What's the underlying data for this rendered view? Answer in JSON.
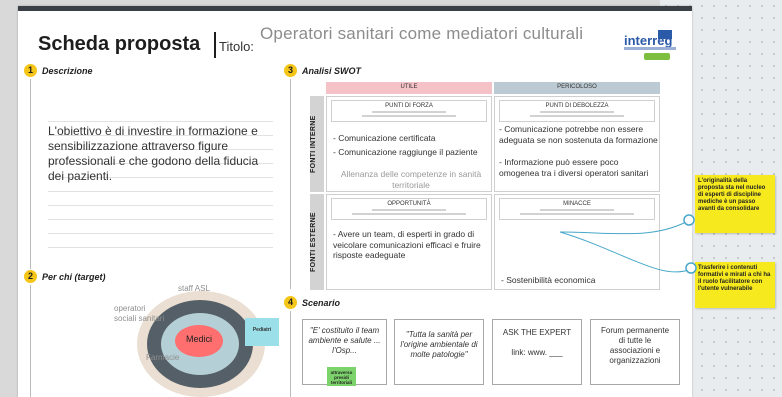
{
  "header": {
    "title": "Scheda proposta",
    "field_label": "Titolo:",
    "field_value": "Operatori sanitari come mediatori culturali",
    "logo_text": "interreg"
  },
  "sections": {
    "descrizione": {
      "number": "1",
      "title": "Descrizione",
      "text": "L'obiettivo è di investire in formazione e sensibilizzazione attraverso figure professionali e che godono della fiducia dei pazienti."
    },
    "target": {
      "number": "2",
      "title": "Per chi (target)",
      "labels": {
        "outer": "staff ASL",
        "mid": "operatori sociali sanitari",
        "inner": "Farmacie",
        "core": "Medici",
        "note": "Pediatri"
      }
    },
    "swot": {
      "number": "3",
      "title": "Analisi SWOT",
      "col_utile": "UTILE",
      "col_pericoloso": "PERICOLOSO",
      "row_interne": "FONTI INTERNE",
      "row_esterne": "FONTI ESTERNE",
      "forza_title": "PUNTI DI FORZA",
      "debolezza_title": "PUNTI DI DEBOLEZZA",
      "opportunita_title": "OPPORTUNITÀ",
      "minacce_title": "MINACCE",
      "forza": [
        "- Comunicazione certificata",
        "- Comunicazione raggiunge il paziente"
      ],
      "forza_extra": "Allenanza delle competenze in sanità territoriale",
      "debolezza": [
        "- Comunicazione potrebbe non essere  adeguata se non sostenuta da formazione",
        "- Informazione può essere poco omogenea tra i diversi operatori sanitari"
      ],
      "opportunita": "- Avere un team, di esperti in grado di veicolare comunicazioni efficaci e fruire risposte eadeguate",
      "minacce": "- Sostenibilità economica"
    },
    "scenario": {
      "number": "4",
      "title": "Scenario",
      "boxes": [
        "\"E' costituito il team ambiente e salute ... l'Osp...",
        "\"Tutta la sanità per l'origine ambientale di molte patologie\"",
        "ASK THE EXPERT\n\nlink: www. ___",
        "Forum permanente di tutte le associazioni e organizzazioni"
      ],
      "green_note": "attraverso presidi territoriali"
    }
  },
  "notes": {
    "note1": "L'originalità della proposta sta nel nucleo di esperti di discipline mediche è un passo avanti da consolidare",
    "note2": "Trasferire i contenuti formativi e mirati a chi ha il ruolo facilitatore con l'utente vulnerabile"
  },
  "colors": {
    "accent": "#f5c518",
    "utile": "#f4c2c7",
    "pericoloso": "#bccad3",
    "sticky": "#f6ea1f",
    "connector": "#48a7c9"
  }
}
